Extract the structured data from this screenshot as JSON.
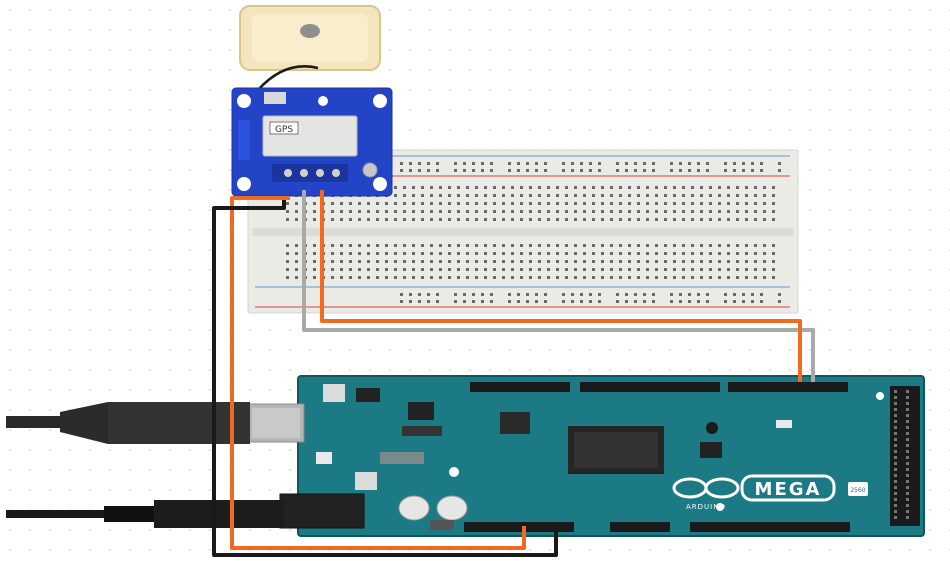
{
  "diagram": {
    "gps_module": {
      "chip_text": "GPS"
    },
    "arduino": {
      "logo_text": "MEGA",
      "sub_text": "ARDUINO",
      "badge_text": "2560"
    },
    "colors": {
      "board": "#1b7a84",
      "board_dark": "#14626b",
      "breadboard": "#e9e9e4",
      "gps_pcb": "#2444c7",
      "antenna": "#f3e6bc",
      "wire_orange": "#f06a22",
      "wire_black": "#1a1a1a",
      "wire_gray": "#a9a9a9"
    }
  }
}
